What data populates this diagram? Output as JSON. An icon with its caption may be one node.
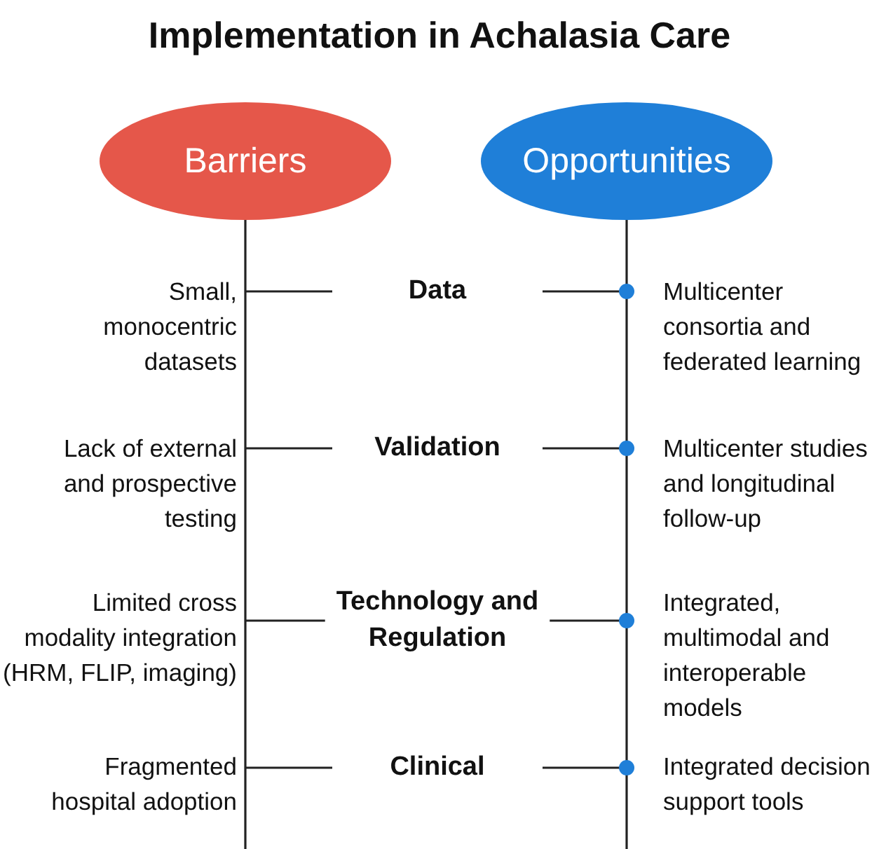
{
  "diagram": {
    "title": "Implementation in Achalasia Care",
    "nodes": [
      {
        "text": [
          "Barriers"
        ]
      },
      {
        "text": [
          "Opportunities"
        ]
      },
      {
        "text": [
          "Small, monocentric datasets"
        ]
      },
      {
        "text": [
          "Data"
        ]
      },
      {
        "text": [
          "Lack of external and prospective testing"
        ]
      },
      {
        "text": [
          "Validation"
        ]
      },
      {
        "text": [
          "Limited cross modality integration (HRM, FLIP, imaging)"
        ]
      },
      {
        "text": [
          "Technology and Regulation"
        ]
      },
      {
        "text": [
          "Fragmented hospital adoption"
        ]
      },
      {
        "text": [
          "Clinical"
        ]
      }
    ],
    "edges": [
      {
        "from": 2,
        "to": 3,
        "arrow": "none"
      },
      {
        "from": 3,
        "to": null,
        "arrow": "other"
      },
      {
        "from": 4,
        "to": 5,
        "arrow": "none"
      },
      {
        "from": 5,
        "to": null,
        "arrow": "other"
      },
      {
        "from": 6,
        "to": 7,
        "arrow": "none"
      },
      {
        "from": 7,
        "to": null,
        "arrow": "other"
      },
      {
        "from": 8,
        "to": 9,
        "arrow": "none"
      },
      {
        "from": 9,
        "to": null,
        "arrow": "other"
      }
    ],
    "labels": [
      "Multicenter consortia and federated learning",
      "Multicenter studies and longitudinal follow-up",
      "Integrated, multimodal and interoperable models",
      "Integrated decision support tools"
    ]
  }
}
